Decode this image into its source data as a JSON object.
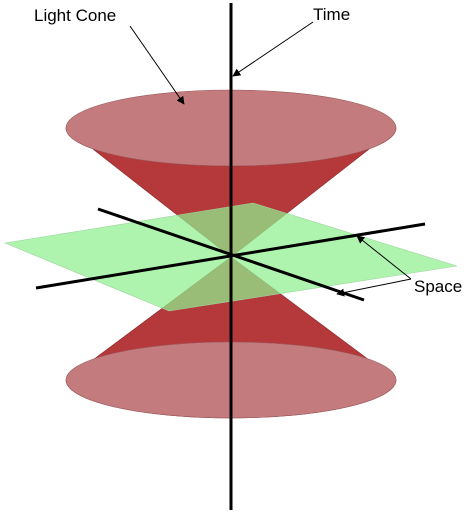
{
  "labels": {
    "light_cone": "Light Cone",
    "time": "Time",
    "space": "Space"
  },
  "colors": {
    "cone_fill": "#b5383a",
    "cone_cap": "#c37b7e",
    "plane_fill": "#8ff08f",
    "axis": "#000000",
    "background": "#ffffff"
  }
}
